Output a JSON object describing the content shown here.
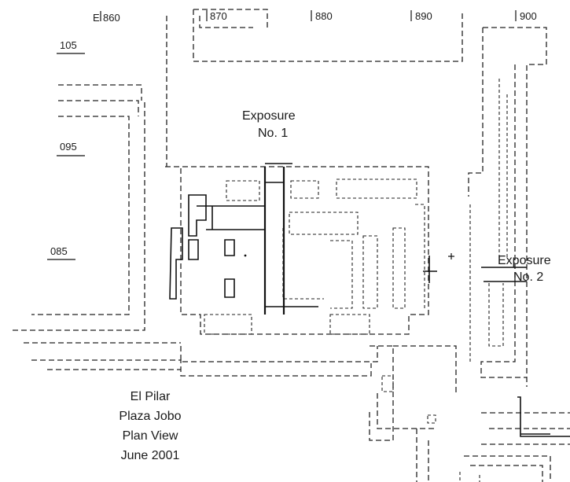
{
  "diagram": {
    "easting_prefix": "E",
    "easting_labels": [
      "860",
      "870",
      "880",
      "890",
      "900"
    ],
    "northing_labels": [
      "105",
      "095",
      "085"
    ],
    "exposure_1": {
      "line1": "Exposure",
      "line2": "No. 1"
    },
    "exposure_2": {
      "line1": "Exposure",
      "line2": "No. 2"
    },
    "caption": {
      "line1": "El Pilar",
      "line2": "Plaza Jobo",
      "line3": "Plan View",
      "line4": "June 2001"
    }
  }
}
